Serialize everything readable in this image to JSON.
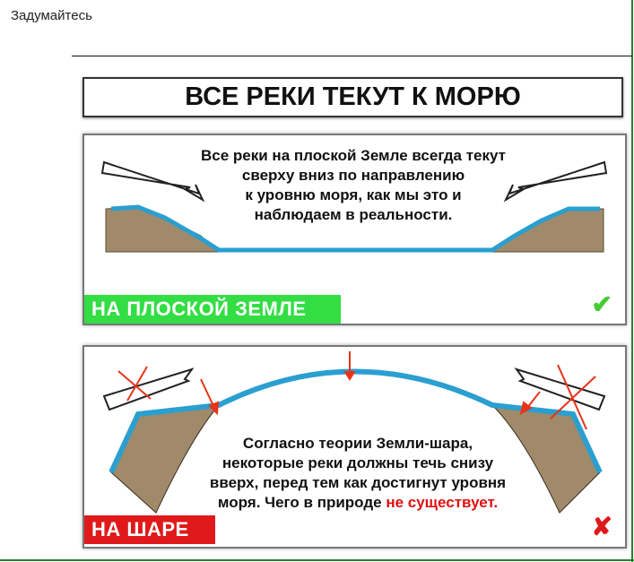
{
  "post": {
    "text": "Задумайтесь"
  },
  "infographic": {
    "title": "ВСЕ РЕКИ ТЕКУТ К МОРЮ",
    "flat": {
      "text_lines": [
        "Все реки на плоской Земле всегда текут",
        "сверху вниз по направлению",
        "к уровню моря, как мы это и",
        "наблюдаем в реальности."
      ],
      "label": "НА ПЛОСКОЙ ЗЕМЛЕ",
      "mark": "✔"
    },
    "globe": {
      "text_lines": [
        "Согласно теории Земли-шара,",
        "некоторые реки должны течь снизу",
        "вверх, перед тем как достигнут уровня"
      ],
      "last_line": "моря. Чего в природе",
      "highlight": "не существует.",
      "label": "НА ШАРЕ",
      "mark": "✘"
    }
  },
  "colors": {
    "accent_green": "#33dd44",
    "accent_red": "#e01a1a",
    "water": "#2a9fd0",
    "ground": "#a08a6a",
    "frame": "#2e7d32"
  }
}
